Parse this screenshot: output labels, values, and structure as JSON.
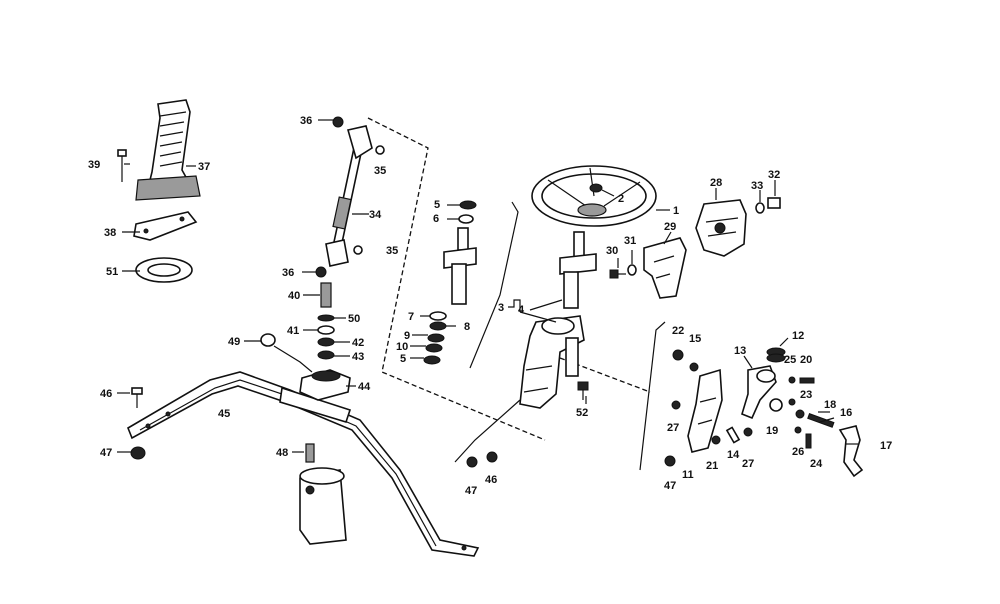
{
  "diagram": {
    "labels": {
      "l1": "1",
      "l2": "2",
      "l3": "3",
      "l4": "4",
      "l5a": "5",
      "l5b": "5",
      "l6": "6",
      "l7": "7",
      "l8": "8",
      "l9": "9",
      "l10": "10",
      "l11": "11",
      "l12": "12",
      "l13": "13",
      "l14": "14",
      "l15": "15",
      "l16": "16",
      "l17": "17",
      "l18": "18",
      "l19": "19",
      "l20": "20",
      "l21": "21",
      "l22": "22",
      "l23": "23",
      "l24": "24",
      "l25": "25",
      "l26": "26",
      "l27a": "27",
      "l27b": "27",
      "l28": "28",
      "l29": "29",
      "l30": "30",
      "l31": "31",
      "l32": "32",
      "l33": "33",
      "l34": "34",
      "l35a": "35",
      "l35b": "35",
      "l36a": "36",
      "l36b": "36",
      "l37": "37",
      "l38": "38",
      "l39": "39",
      "l40": "40",
      "l41": "41",
      "l42": "42",
      "l43": "43",
      "l44": "44",
      "l45": "45",
      "l46a": "46",
      "l46b": "46",
      "l47a": "47",
      "l47b": "47",
      "l47c": "47",
      "l48": "48",
      "l49": "49",
      "l50": "50",
      "l51": "51",
      "l52": "52"
    }
  }
}
